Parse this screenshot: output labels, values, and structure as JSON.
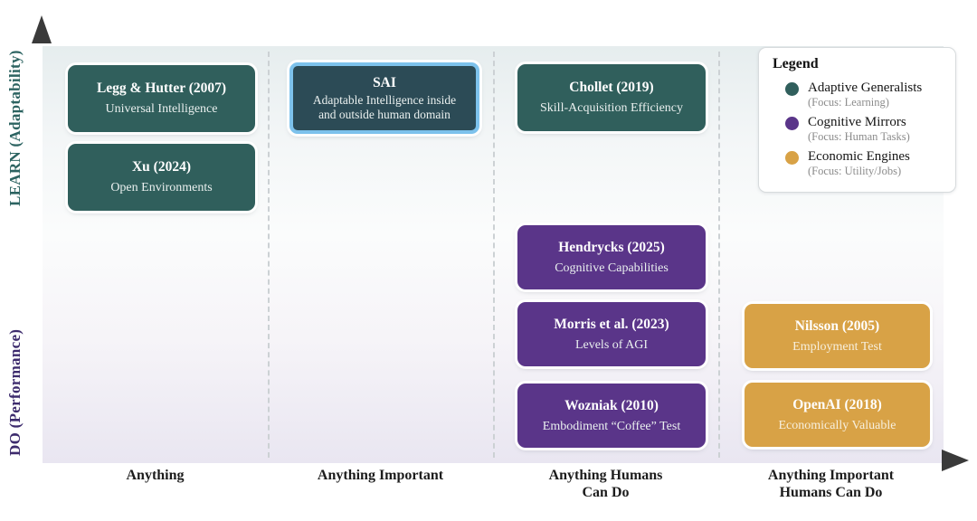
{
  "figure": {
    "description": "Map of AGI definitions along LEARN (Adaptability) vs DO (Performance) axes"
  },
  "axes": {
    "y_primary": {
      "label": "LEARN (Adaptability)",
      "color": "#2C6361"
    },
    "y_secondary": {
      "label": "DO (Performance)",
      "color": "#3D2B6D"
    },
    "x_categories": [
      "Anything",
      "Anything Important",
      "Anything Humans\nCan Do",
      "Anything Important\nHumans Can Do"
    ]
  },
  "legend": {
    "title": "Legend",
    "items": [
      {
        "label": "Adaptive Generalists",
        "focus": "(Focus: Learning)",
        "color": "#305F5C"
      },
      {
        "label": "Cognitive Mirrors",
        "focus": "(Focus: Human Tasks)",
        "color": "#5A3589"
      },
      {
        "label": "Economic Engines",
        "focus": "(Focus: Utility/Jobs)",
        "color": "#D8A246"
      }
    ]
  },
  "nodes": [
    {
      "title": "Legg & Hutter (2007)",
      "subtitle": "Universal Intelligence",
      "group": "Adaptive Generalists",
      "x_category": "Anything",
      "axis_region": "LEARN"
    },
    {
      "title": "Xu (2024)",
      "subtitle": "Open Environments",
      "group": "Adaptive Generalists",
      "x_category": "Anything",
      "axis_region": "LEARN"
    },
    {
      "title": "SAI",
      "subtitle": "Adaptable Intelligence inside\nand outside human domain",
      "group": "Adaptive Generalists",
      "x_category": "Anything Important",
      "axis_region": "LEARN",
      "highlighted": true,
      "highlight_color": "#7DC2EC",
      "fill": "#2C4B56"
    },
    {
      "title": "Chollet (2019)",
      "subtitle": "Skill-Acquisition Efficiency",
      "group": "Adaptive Generalists",
      "x_category": "Anything Humans Can Do",
      "axis_region": "LEARN"
    },
    {
      "title": "Hendrycks (2025)",
      "subtitle": "Cognitive Capabilities",
      "group": "Cognitive Mirrors",
      "x_category": "Anything Humans Can Do",
      "axis_region": "middle"
    },
    {
      "title": "Morris et al. (2023)",
      "subtitle": "Levels of AGI",
      "group": "Cognitive Mirrors",
      "x_category": "Anything Humans Can Do",
      "axis_region": "DO"
    },
    {
      "title": "Wozniak (2010)",
      "subtitle": "Embodiment “Coffee” Test",
      "group": "Cognitive Mirrors",
      "x_category": "Anything Humans Can Do",
      "axis_region": "DO"
    },
    {
      "title": "Nilsson (2005)",
      "subtitle": "Employment Test",
      "group": "Economic Engines",
      "x_category": "Anything Important Humans Can Do",
      "axis_region": "DO"
    },
    {
      "title": "OpenAI (2018)",
      "subtitle": "Economically Valuable",
      "group": "Economic Engines",
      "x_category": "Anything Important Humans Can Do",
      "axis_region": "DO"
    }
  ]
}
